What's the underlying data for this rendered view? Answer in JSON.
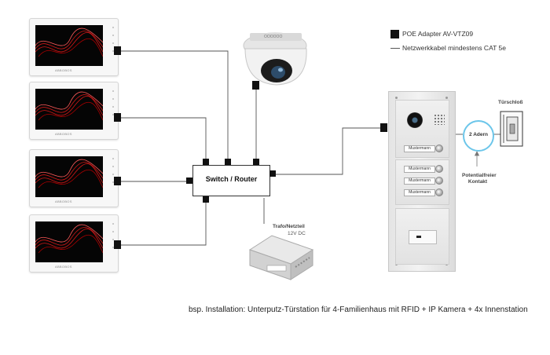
{
  "legend": {
    "poe_label": "POE Adapter AV-VTZ09",
    "cable_label": "Netzwerkkabel mindestens CAT 5e"
  },
  "switch": {
    "label": "Switch / Router"
  },
  "power_supply": {
    "title": "Trafo/Netzteil",
    "voltage": "12V DC"
  },
  "door_lock": {
    "title": "Türschloß"
  },
  "wires_badge": {
    "label": "2 Adern"
  },
  "contact": {
    "line1": "Potentialfreier",
    "line2": "Kontakt"
  },
  "door_station": {
    "nameplates": [
      "Mustermann",
      "Mustermann",
      "Mustermann",
      "Mustermann"
    ]
  },
  "monitor": {
    "brand": "ABBOBOS"
  },
  "camera": {
    "brand": "OOOOOO"
  },
  "caption": "bsp. Installation: Unterputz-Türstation für 4-Familienhaus mit RFID + IP Kamera + 4x Innenstation",
  "colors": {
    "accent_circle": "#6cc6ea",
    "wire": "#555555",
    "poe": "#111111"
  }
}
